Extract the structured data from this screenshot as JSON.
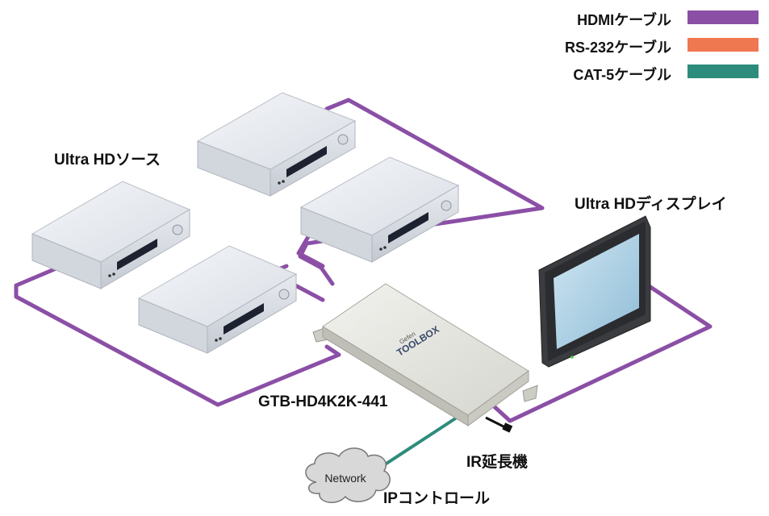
{
  "legend": {
    "hdmi": {
      "label": "HDMIケーブル",
      "color": "#8b4fa6"
    },
    "rs232": {
      "label": "RS-232ケーブル",
      "color": "#f07850"
    },
    "cat5": {
      "label": "CAT-5ケーブル",
      "color": "#2e8c7c"
    }
  },
  "labels": {
    "sources": "Ultra HDソース",
    "display": "Ultra HDディスプレイ",
    "device": "GTB-HD4K2K-441",
    "ir": "IR延長機",
    "ip": "IPコントロール",
    "network": "Network",
    "brand_small": "Gefen",
    "brand_big": "TOOLBOX"
  },
  "colors": {
    "hdmi": "#8b4fa6",
    "cat5": "#2e8c7c",
    "device_body": "#e4e4df",
    "source_body": "#e6e9ee"
  }
}
